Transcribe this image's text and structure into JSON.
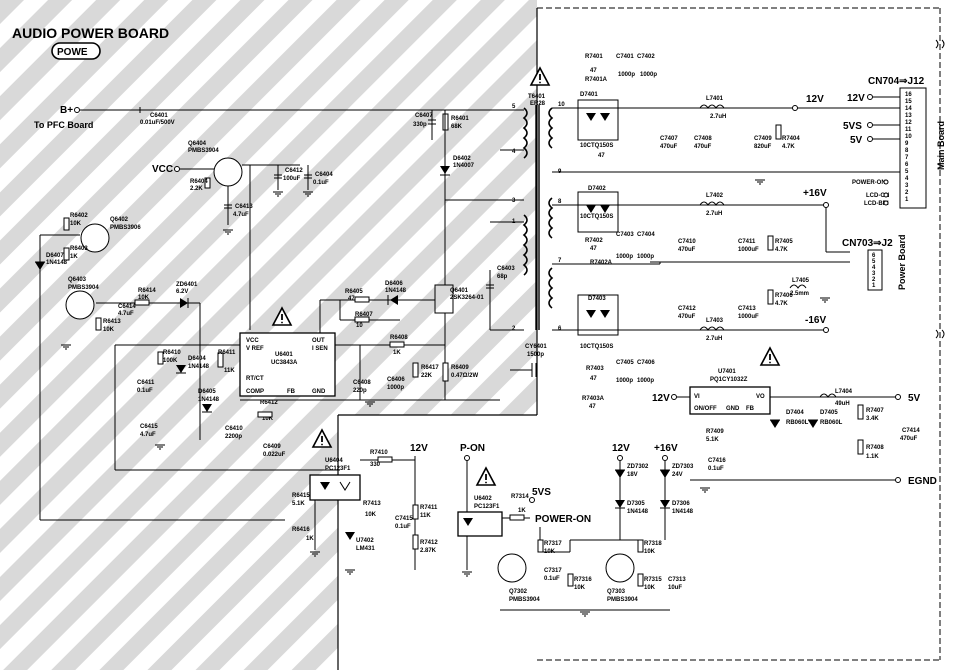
{
  "title": "AUDIO POWER BOARD",
  "badge": "POWE",
  "bplus": "B+",
  "to_pfc": "To PFC Board",
  "vcc": "VCC",
  "rails": {
    "v12_top": "12V",
    "v12_cn": "12V",
    "v5vs_cn": "5VS",
    "v5_cn": "5V",
    "p16": "+16V",
    "m16": "-16V",
    "v12_vr": "12V",
    "v5_vr": "5V",
    "egnd": "EGND",
    "v12_fb": "12V",
    "v12_pq": "12V",
    "v16_pq": "+16V",
    "pon": "P-ON",
    "v5vs_opto": "5VS",
    "power_on": "POWER-ON"
  },
  "connectors": {
    "cn704": "CN704⇒J12",
    "cn703": "CN703⇒J2",
    "main_board": "Main Board",
    "power_board": "Power Board",
    "pins_704": [
      "16",
      "15",
      "14",
      "13",
      "12",
      "11",
      "10",
      "9",
      "8",
      "7",
      "6",
      "5",
      "4",
      "3",
      "2",
      "1"
    ],
    "pins_703": [
      "6",
      "5",
      "4",
      "3",
      "2",
      "1"
    ],
    "power_on_pin": "POWER-ON",
    "lcd_on": "LCD-ON",
    "lcd_bri": "LCD-BRI"
  },
  "transformer": {
    "ref": "T6401",
    "type": "ER28",
    "pins_left": [
      "5",
      "4",
      "3",
      "1",
      "2"
    ],
    "pins_right": [
      "10",
      "9",
      "8",
      "7",
      "6"
    ]
  },
  "ics": {
    "u6401": {
      "ref": "U6401",
      "part": "UC3843A",
      "pins": [
        "VCC",
        "V REF",
        "RT/CT",
        "COMP",
        "FB",
        "OUT",
        "I SEN",
        "GND"
      ]
    },
    "u7401": {
      "ref": "U7401",
      "part": "PQ1CY1032Z",
      "pins": [
        "VI",
        "VO",
        "ON/OFF",
        "GND",
        "FB"
      ]
    },
    "q6401": {
      "ref": "Q6401",
      "part": "2SK3264-01"
    },
    "u6404": {
      "ref": "U6404",
      "part": "PC123F1"
    },
    "u6402": {
      "ref": "U6402",
      "part": "PC123F1"
    },
    "u7402": {
      "ref": "U7402",
      "part": "LM431"
    }
  },
  "transistors": [
    {
      "ref": "Q6404",
      "part": "PMBS3904"
    },
    {
      "ref": "Q6402",
      "part": "PMBS3906"
    },
    {
      "ref": "Q6403",
      "part": "PMBS3904"
    },
    {
      "ref": "Q7302",
      "part": "PMBS3904"
    },
    {
      "ref": "Q7303",
      "part": "PMBS3904"
    }
  ],
  "diodes": [
    {
      "ref": "D7401",
      "part": "10CTQ150S"
    },
    {
      "ref": "D7402",
      "part": "10CTQ150S"
    },
    {
      "ref": "D7403",
      "part": "10CTQ150S"
    },
    {
      "ref": "D6402",
      "part": "1N4007"
    },
    {
      "ref": "D6407",
      "part": "1N4148"
    },
    {
      "ref": "D6404",
      "part": "1N4148"
    },
    {
      "ref": "D6406",
      "part": "1N4148"
    },
    {
      "ref": "D6405",
      "part": "1N4148"
    },
    {
      "ref": "ZD6401",
      "part": "6.2V"
    },
    {
      "ref": "ZD7302",
      "part": "18V"
    },
    {
      "ref": "ZD7303",
      "part": "24V"
    },
    {
      "ref": "D7305",
      "part": "1N4148"
    },
    {
      "ref": "D7306",
      "part": "1N4148"
    },
    {
      "ref": "D7404",
      "part": "RB060L"
    },
    {
      "ref": "D7405",
      "part": "RB060L"
    }
  ],
  "caps": [
    {
      "ref": "C6401",
      "val": "0.01uF/500V"
    },
    {
      "ref": "C6407",
      "val": "330p"
    },
    {
      "ref": "C6412",
      "val": "100uF"
    },
    {
      "ref": "C6404",
      "val": "0.1uF"
    },
    {
      "ref": "C6413",
      "val": "4.7uF"
    },
    {
      "ref": "C6414",
      "val": "4.7uF"
    },
    {
      "ref": "C6411",
      "val": "0.1uF"
    },
    {
      "ref": "C6415",
      "val": "4.7uF"
    },
    {
      "ref": "C6410",
      "val": "2200p"
    },
    {
      "ref": "C6409",
      "val": "0.022uF"
    },
    {
      "ref": "C6408",
      "val": "220p"
    },
    {
      "ref": "C6403",
      "val": "68p"
    },
    {
      "ref": "C6406",
      "val": "1000p"
    },
    {
      "ref": "CY6401",
      "val": "1500p"
    },
    {
      "ref": "C7401",
      "val": "1000p"
    },
    {
      "ref": "C7402",
      "val": "1000p"
    },
    {
      "ref": "C7407",
      "val": "470uF"
    },
    {
      "ref": "C7408",
      "val": "470uF"
    },
    {
      "ref": "C7409",
      "val": "820uF"
    },
    {
      "ref": "C7403",
      "val": "1000p"
    },
    {
      "ref": "C7404",
      "val": "1000p"
    },
    {
      "ref": "C7410",
      "val": "470uF"
    },
    {
      "ref": "C7411",
      "val": "1000uF"
    },
    {
      "ref": "C7405",
      "val": "1000p"
    },
    {
      "ref": "C7406",
      "val": "1000p"
    },
    {
      "ref": "C7412",
      "val": "470uF"
    },
    {
      "ref": "C7413",
      "val": "1000uF"
    },
    {
      "ref": "C7416",
      "val": "0.1uF"
    },
    {
      "ref": "C7414",
      "val": "470uF"
    },
    {
      "ref": "C7415",
      "val": "0.1uF"
    },
    {
      "ref": "C7317",
      "val": "0.1uF"
    },
    {
      "ref": "C7313",
      "val": "10uF"
    }
  ],
  "resistors": [
    {
      "ref": "R6401",
      "val": "68K"
    },
    {
      "ref": "R6404",
      "val": "2.2K"
    },
    {
      "ref": "R6402",
      "val": "10K"
    },
    {
      "ref": "R6403",
      "val": "1K"
    },
    {
      "ref": "R6414",
      "val": "10K"
    },
    {
      "ref": "R6413",
      "val": "10K"
    },
    {
      "ref": "R6410",
      "val": "100K"
    },
    {
      "ref": "R6411",
      "val": "11K"
    },
    {
      "ref": "R6412",
      "val": "10K"
    },
    {
      "ref": "R6405",
      "val": "47"
    },
    {
      "ref": "R6407",
      "val": "10"
    },
    {
      "ref": "R6408",
      "val": "1K"
    },
    {
      "ref": "R6417",
      "val": "22K"
    },
    {
      "ref": "R6409",
      "val": "0.47Ω/2W"
    },
    {
      "ref": "R6415",
      "val": "5.1K"
    },
    {
      "ref": "R6416",
      "val": "1K"
    },
    {
      "ref": "R7410",
      "val": "330"
    },
    {
      "ref": "R7413",
      "val": "10K"
    },
    {
      "ref": "R7411",
      "val": "11K"
    },
    {
      "ref": "R7412",
      "val": "2.87K"
    },
    {
      "ref": "R7314",
      "val": "1K"
    },
    {
      "ref": "R7317",
      "val": "10K"
    },
    {
      "ref": "R7316",
      "val": "10K"
    },
    {
      "ref": "R7318",
      "val": "10K"
    },
    {
      "ref": "R7315",
      "val": "10K"
    },
    {
      "ref": "R7401",
      "val": "47"
    },
    {
      "ref": "R7401A",
      "val": "47"
    },
    {
      "ref": "R7402",
      "val": "47"
    },
    {
      "ref": "R7402A",
      "val": "47"
    },
    {
      "ref": "R7403",
      "val": "47"
    },
    {
      "ref": "R7403A",
      "val": "47"
    },
    {
      "ref": "R7404",
      "val": "4.7K"
    },
    {
      "ref": "R7405",
      "val": "4.7K"
    },
    {
      "ref": "R7406",
      "val": "4.7K"
    },
    {
      "ref": "R7409",
      "val": "5.1K"
    },
    {
      "ref": "R7407",
      "val": "3.4K"
    },
    {
      "ref": "R7408",
      "val": "1.1K"
    }
  ],
  "inductors": [
    {
      "ref": "L7401",
      "val": "2.7uH"
    },
    {
      "ref": "L7402",
      "val": "2.7uH"
    },
    {
      "ref": "L7403",
      "val": "2.7uH"
    },
    {
      "ref": "L7404",
      "val": "49uH"
    },
    {
      "ref": "L7405",
      "val": "2.5mm"
    }
  ]
}
